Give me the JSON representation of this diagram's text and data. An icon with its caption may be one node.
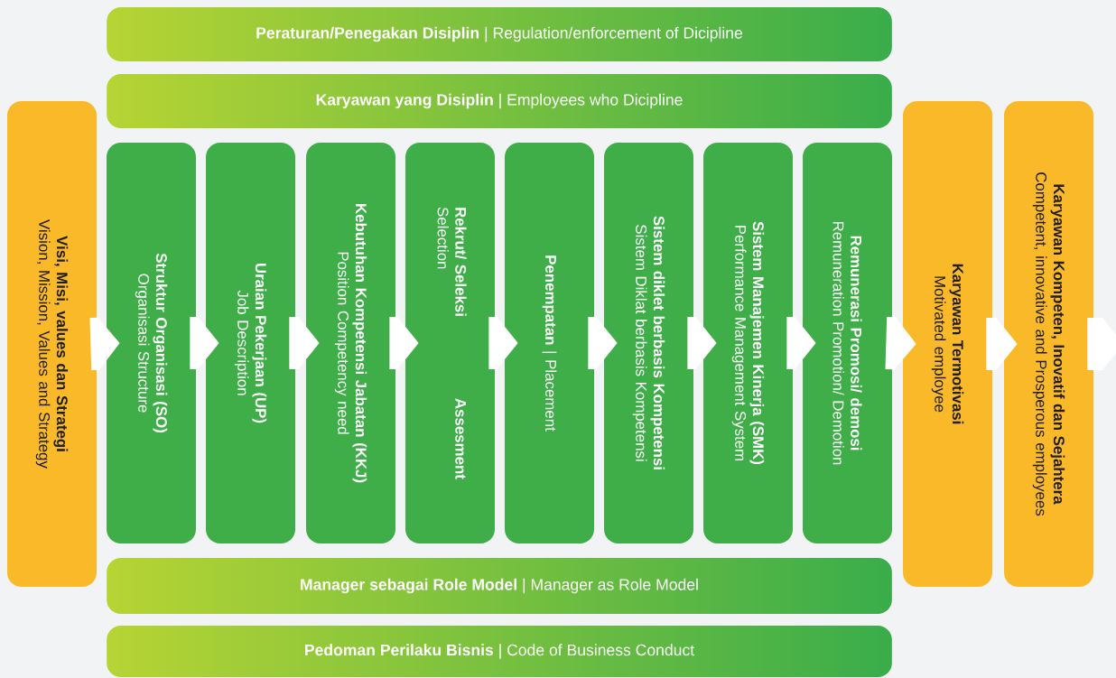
{
  "diagram": {
    "nodes": [
      {
        "text": [
          "**Peraturan/Penegakan Disiplin** | Regulation/enforcement of Dicipline"
        ]
      },
      {
        "text": [
          "**Karyawan yang Disiplin** | Employees who Dicipline"
        ]
      },
      {
        "text": [
          "Visi, Misi, values dan Strategi",
          "Vision, Mission, Values and Strategy"
        ]
      },
      {
        "text": [
          "Struktur Organisasi (SO)",
          "Organisasi Structure"
        ]
      },
      {
        "text": [
          "Uraian Pekerjaan (UP)",
          "Job Description"
        ]
      },
      {
        "text": [
          "Kebutuhan Kompetensi Jabatan (KKJ)",
          "Position Competency need"
        ]
      },
      {
        "text": [
          "Rekrut/ Seleksi",
          "Selection",
          "Assesment"
        ]
      },
      {
        "text": [
          "**Penempatan** | Placement"
        ]
      },
      {
        "text": [
          "Sistem diklet berbasis Kompetensi",
          "Sistem Diklat berbasis Kompetensi"
        ]
      },
      {
        "text": [
          "Sistem Manajemen Kinerja (SMK)",
          "Performance Management System"
        ]
      },
      {
        "text": [
          "Remunerasi Promosi/ demosi",
          "Remuneration Promotion/ Demotion"
        ]
      },
      {
        "text": [
          "Karyawan Termotivasi",
          "Motivated employee"
        ]
      },
      {
        "text": [
          "Karyawan Kompeten, Inovatif dan Sejahtera",
          "Competent, innovative and Prosperous employees"
        ]
      },
      {
        "text": [
          "**Manager sebagai Role Model** | Manager as Role Model"
        ]
      },
      {
        "text": [
          "**Pedoman Perilaku Bisnis** | Code of Business Conduct"
        ]
      }
    ],
    "edges": [
      {
        "from": 2,
        "to": 3,
        "arrow": "to"
      },
      {
        "from": 3,
        "to": 4,
        "arrow": "to"
      },
      {
        "from": 4,
        "to": 5,
        "arrow": "to"
      },
      {
        "from": 5,
        "to": 6,
        "arrow": "to"
      },
      {
        "from": 6,
        "to": 7,
        "arrow": "to"
      },
      {
        "from": 7,
        "to": 8,
        "arrow": "to"
      },
      {
        "from": 8,
        "to": 9,
        "arrow": "to"
      },
      {
        "from": 9,
        "to": 10,
        "arrow": "to"
      },
      {
        "from": 10,
        "to": 11,
        "arrow": "to"
      },
      {
        "from": 11,
        "to": 12,
        "arrow": "to"
      },
      {
        "from": 12,
        "to": null,
        "arrow": "to"
      }
    ]
  }
}
